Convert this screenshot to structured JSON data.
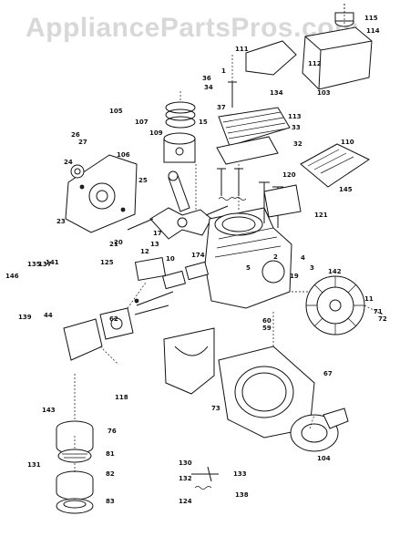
{
  "watermark": "AppliancePartsPros.com",
  "part_labels": [
    {
      "id": "p115",
      "text": "115"
    },
    {
      "id": "p114",
      "text": "114"
    },
    {
      "id": "p111",
      "text": "111"
    },
    {
      "id": "p1",
      "text": "1"
    },
    {
      "id": "p34",
      "text": "34"
    },
    {
      "id": "p36",
      "text": "36"
    },
    {
      "id": "p37",
      "text": "37"
    },
    {
      "id": "p134",
      "text": "134"
    },
    {
      "id": "p112",
      "text": "112"
    },
    {
      "id": "p103",
      "text": "103"
    },
    {
      "id": "p113",
      "text": "113"
    },
    {
      "id": "p110",
      "text": "110"
    },
    {
      "id": "p15",
      "text": "15"
    },
    {
      "id": "p33",
      "text": "33"
    },
    {
      "id": "p32",
      "text": "32"
    },
    {
      "id": "p105",
      "text": "105"
    },
    {
      "id": "p107",
      "text": "107"
    },
    {
      "id": "p109",
      "text": "109"
    },
    {
      "id": "p26",
      "text": "26"
    },
    {
      "id": "p27",
      "text": "27"
    },
    {
      "id": "p106",
      "text": "106"
    },
    {
      "id": "p24",
      "text": "24"
    },
    {
      "id": "p25",
      "text": "25"
    },
    {
      "id": "p23",
      "text": "23"
    },
    {
      "id": "p120",
      "text": "120"
    },
    {
      "id": "p145",
      "text": "145"
    },
    {
      "id": "p121",
      "text": "121"
    },
    {
      "id": "p20",
      "text": "20"
    },
    {
      "id": "p21",
      "text": "21"
    },
    {
      "id": "p17",
      "text": "17"
    },
    {
      "id": "p13",
      "text": "13"
    },
    {
      "id": "p10",
      "text": "10"
    },
    {
      "id": "p12",
      "text": "12"
    },
    {
      "id": "p174",
      "text": "174"
    },
    {
      "id": "p125",
      "text": "125"
    },
    {
      "id": "p142",
      "text": "142"
    },
    {
      "id": "p135",
      "text": "135"
    },
    {
      "id": "p137",
      "text": "137"
    },
    {
      "id": "p141",
      "text": "141"
    },
    {
      "id": "p146",
      "text": "146"
    },
    {
      "id": "p139",
      "text": "139"
    },
    {
      "id": "p73",
      "text": "73"
    },
    {
      "id": "p104",
      "text": "104"
    },
    {
      "id": "p118",
      "text": "118"
    },
    {
      "id": "p67",
      "text": "67"
    },
    {
      "id": "p76",
      "text": "76"
    },
    {
      "id": "p81",
      "text": "81"
    },
    {
      "id": "p82",
      "text": "82"
    },
    {
      "id": "p83",
      "text": "83"
    },
    {
      "id": "p130",
      "text": "130"
    },
    {
      "id": "p131",
      "text": "131"
    },
    {
      "id": "p132",
      "text": "132"
    },
    {
      "id": "p133",
      "text": "133"
    },
    {
      "id": "p124",
      "text": "124"
    },
    {
      "id": "p138",
      "text": "138"
    },
    {
      "id": "p143",
      "text": "143"
    },
    {
      "id": "p44",
      "text": "44"
    },
    {
      "id": "p62",
      "text": "62"
    },
    {
      "id": "p5",
      "text": "5"
    },
    {
      "id": "p4",
      "text": "4"
    },
    {
      "id": "p11",
      "text": "11"
    },
    {
      "id": "p3",
      "text": "3"
    },
    {
      "id": "p19",
      "text": "19"
    },
    {
      "id": "p72",
      "text": "72"
    },
    {
      "id": "p71",
      "text": "71"
    },
    {
      "id": "p60",
      "text": "60"
    },
    {
      "id": "p59",
      "text": "59"
    },
    {
      "id": "p2",
      "text": "2"
    }
  ]
}
